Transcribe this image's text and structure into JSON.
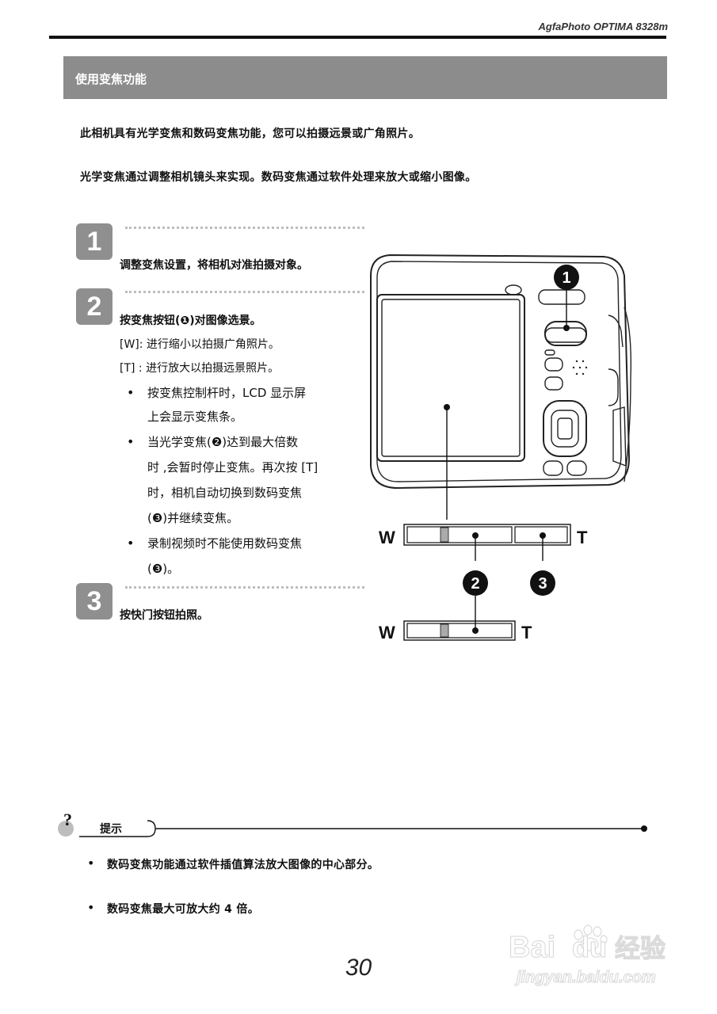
{
  "header": {
    "brand": "AgfaPhoto OPTIMA 8328m"
  },
  "section": {
    "title": "使用变焦功能"
  },
  "intro": [
    "此相机具有光学变焦和数码变焦功能，您可以拍摄远景或广角照片。",
    "光学变焦通过调整相机镜头来实现。数码变焦通过软件处理来放大或缩小图像。"
  ],
  "steps": [
    {
      "number": "1",
      "text": "调整变焦设置，将相机对准拍摄对象。"
    },
    {
      "number": "2",
      "text": "按变焦按钮(❶)对图像选景。",
      "sub": [
        "[W]:  进行缩小以拍摄广角照片。",
        "[T] :  进行放大以拍摄远景照片。"
      ],
      "bullets": [
        [
          "按变焦控制杆时，LCD  显示屏",
          "上会显示变焦条。"
        ],
        [
          "当光学变焦(❷)达到最大倍数",
          "时 ,会暂时停止变焦。再次按  [T]",
          "时，相机自动切换到数码变焦",
          "(❸)并继续变焦。"
        ],
        [
          "录制视频时不能使用数码变焦",
          "(❸)。"
        ]
      ]
    },
    {
      "number": "3",
      "text": "按快门按钮拍照。"
    }
  ],
  "figure": {
    "callout1": "1",
    "callout2": "2",
    "callout3": "3",
    "w_label": "W",
    "t_label": "T"
  },
  "hint": {
    "icon_glyph": "?",
    "label": "提示",
    "items": [
      "数码变焦功能通过软件插值算法放大图像的中心部分。",
      "数码变焦最大可放大约  4  倍。"
    ]
  },
  "footer": {
    "page_number": "30"
  },
  "watermark": {
    "line1": "Bai",
    "line2": "du",
    "line3": "经验",
    "url": "jingyan.baidu.com"
  }
}
